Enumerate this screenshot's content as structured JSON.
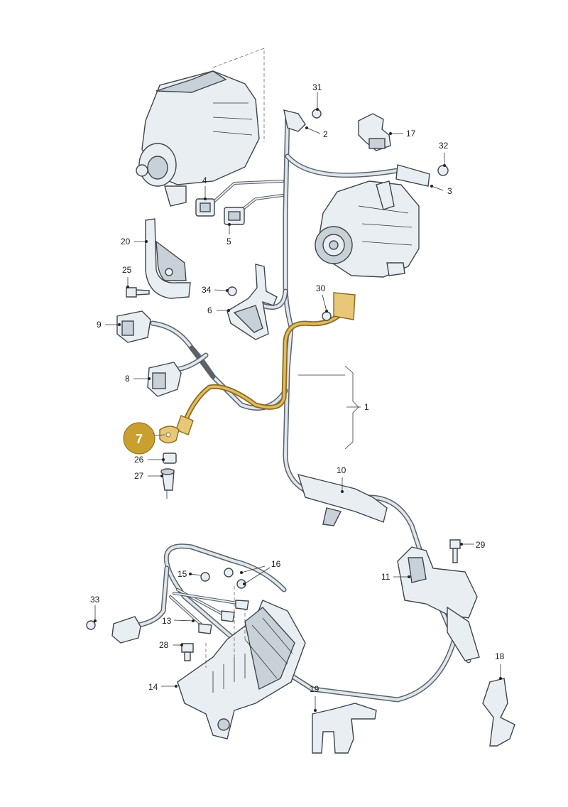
{
  "callouts": [
    {
      "id": "1",
      "label": "1"
    },
    {
      "id": "2",
      "label": "2"
    },
    {
      "id": "3",
      "label": "3"
    },
    {
      "id": "4",
      "label": "4"
    },
    {
      "id": "5",
      "label": "5"
    },
    {
      "id": "6",
      "label": "6"
    },
    {
      "id": "7",
      "label": "7"
    },
    {
      "id": "8",
      "label": "8"
    },
    {
      "id": "9",
      "label": "9"
    },
    {
      "id": "10",
      "label": "10"
    },
    {
      "id": "11",
      "label": "11"
    },
    {
      "id": "13",
      "label": "13"
    },
    {
      "id": "14",
      "label": "14"
    },
    {
      "id": "15",
      "label": "15"
    },
    {
      "id": "16",
      "label": "16"
    },
    {
      "id": "17",
      "label": "17"
    },
    {
      "id": "18",
      "label": "18"
    },
    {
      "id": "19",
      "label": "19"
    },
    {
      "id": "20",
      "label": "20"
    },
    {
      "id": "25",
      "label": "25"
    },
    {
      "id": "26",
      "label": "26"
    },
    {
      "id": "27",
      "label": "27"
    },
    {
      "id": "28",
      "label": "28"
    },
    {
      "id": "29",
      "label": "29"
    },
    {
      "id": "30",
      "label": "30"
    },
    {
      "id": "31",
      "label": "31"
    },
    {
      "id": "32",
      "label": "32"
    },
    {
      "id": "33",
      "label": "33"
    },
    {
      "id": "34",
      "label": "34"
    }
  ],
  "highlight": {
    "label": "7",
    "color": "#c9a030",
    "text_color": "#ffffff"
  },
  "colors": {
    "harness": "#dfe6ec",
    "outline": "#3e454c",
    "highlight": "#e0bb63"
  }
}
